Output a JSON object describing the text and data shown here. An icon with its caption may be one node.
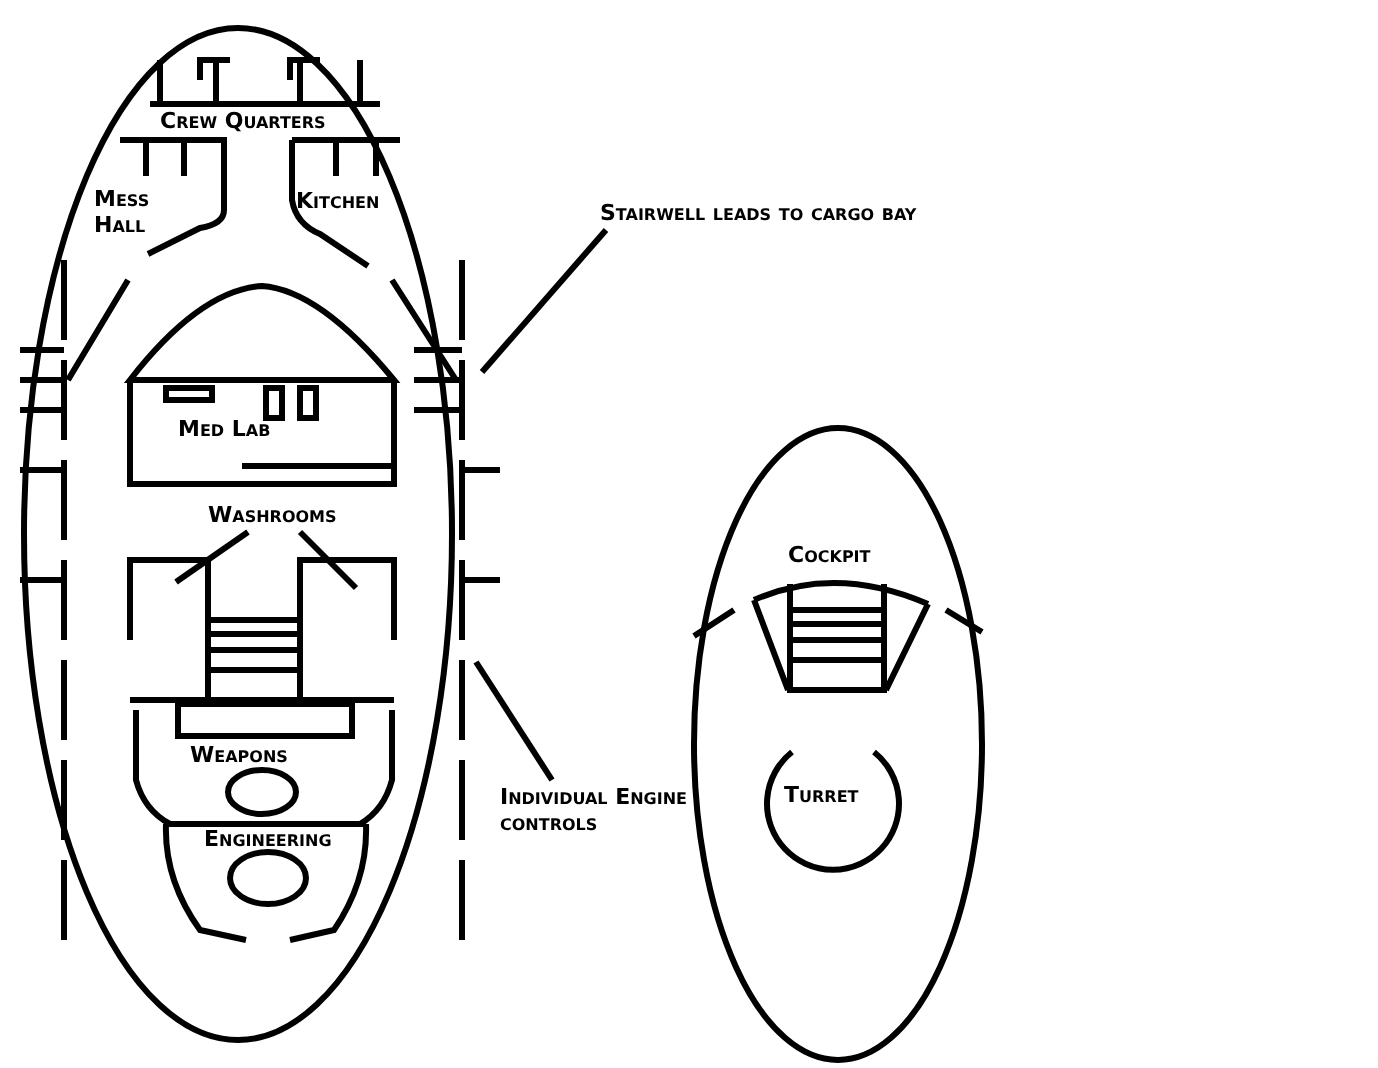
{
  "diagram": {
    "nodes": [
      {
        "text": [
          "Stairwell leads to cargo bay"
        ]
      },
      {
        "text": [
          "Washrooms"
        ]
      },
      {
        "text": [
          "Individual Engine controls"
        ]
      }
    ],
    "edges": [
      {
        "from": 0,
        "to": null,
        "arrow": "none"
      },
      {
        "from": 1,
        "to": null,
        "arrow": "none"
      },
      {
        "from": 1,
        "to": null,
        "arrow": "none"
      },
      {
        "from": 2,
        "to": null,
        "arrow": "none"
      }
    ],
    "labels": [
      "Crew Quarters",
      "Mess Hall",
      "Kitchen",
      "Med Lab",
      "Weapons",
      "Engineering",
      "Cockpit",
      "Turret"
    ]
  }
}
